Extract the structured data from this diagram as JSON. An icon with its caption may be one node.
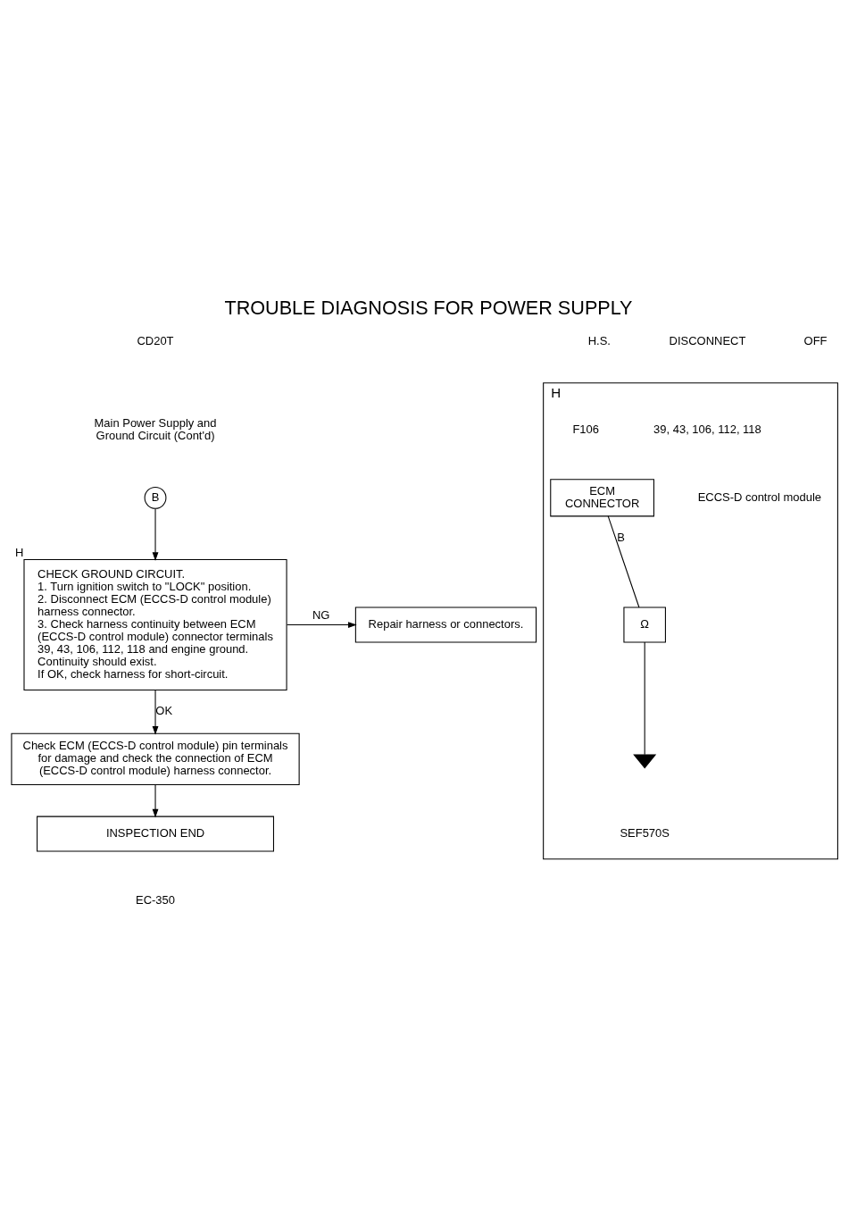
{
  "diagram": {
    "title": "TROUBLE DIAGNOSIS FOR POWER SUPPLY",
    "nodes": [
      {
        "text": [
          "B"
        ]
      },
      {
        "text": [
          "CHECK GROUND CIRCUIT.",
          "1. Turn ignition switch to \"LOCK\" position.",
          "2. Disconnect ECM (ECCS-D control module) harness connector.",
          "3. Check harness continuity between ECM (ECCS-D control module) connector terminals 39, 43, 106, 112, 118 and engine ground.",
          "Continuity should exist.",
          "If OK, check harness for short-circuit."
        ],
        "beside": [
          "H"
        ]
      },
      {
        "text": [
          "Repair harness or connectors."
        ]
      },
      {
        "text": [
          "Check ECM (ECCS-D control module) pin terminals for damage and check the connection of ECM (ECCS-D control module) harness connector."
        ]
      },
      {
        "text": [
          "INSPECTION END"
        ]
      },
      {
        "text": [
          "H"
        ]
      },
      {
        "text": [
          "ECM",
          "CONNECTOR"
        ],
        "in": 5
      },
      {
        "text": [
          "Ω"
        ],
        "in": 5
      },
      {
        "text": [],
        "shape": "ground",
        "in": 5
      }
    ],
    "edges": [
      {
        "from": 0,
        "to": 1,
        "arrow": "to"
      },
      {
        "from": 1,
        "to": 2,
        "arrow": "to",
        "label": "NG"
      },
      {
        "from": 1,
        "to": 3,
        "arrow": "to",
        "label": "OK"
      },
      {
        "from": 3,
        "to": 4,
        "arrow": "to"
      },
      {
        "from": 6,
        "to": 7,
        "arrow": "none",
        "label": "B"
      },
      {
        "from": 7,
        "to": 8,
        "arrow": "none"
      }
    ],
    "labels": [
      "CD20T",
      "Main Power Supply and Ground Circuit (Cont'd)",
      "H.S.",
      "DISCONNECT",
      "OFF",
      "39, 43, 106, 112, 118",
      "ECCS-D control module",
      "F106",
      "SEF570S",
      "EC-350"
    ]
  }
}
